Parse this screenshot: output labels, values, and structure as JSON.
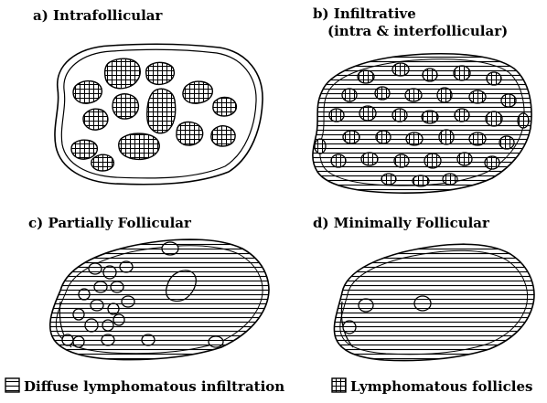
{
  "panels": [
    {
      "caption": "a) Intrafollicular"
    },
    {
      "caption": "b) Infiltrative",
      "caption_line2": "(intra & interfollicular)"
    },
    {
      "caption": "c) Partially Follicular"
    },
    {
      "caption": "d) Minimally Follicular"
    }
  ],
  "legend": {
    "diffuse_label": "Diffuse lymphomatous infiltration",
    "follicles_label": "Lymphomatous follicles"
  },
  "colors": {
    "ink": "#000000",
    "paper": "#ffffff"
  }
}
